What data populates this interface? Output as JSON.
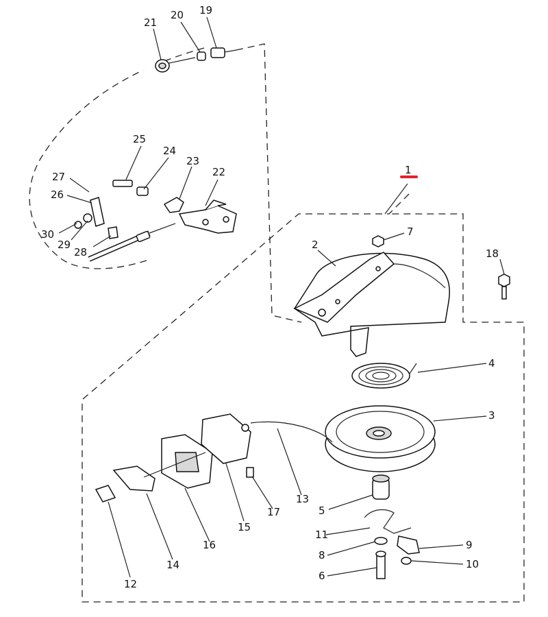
{
  "diagram": {
    "assembly_marker": {
      "label": "1",
      "accent_color": "#e8202a"
    },
    "callouts": [
      "2",
      "3",
      "4",
      "5",
      "6",
      "7",
      "8",
      "9",
      "10",
      "11",
      "12",
      "13",
      "14",
      "15",
      "16",
      "17",
      "18",
      "19",
      "20",
      "21",
      "22",
      "23",
      "24",
      "25",
      "26",
      "27",
      "28",
      "29",
      "30"
    ]
  }
}
